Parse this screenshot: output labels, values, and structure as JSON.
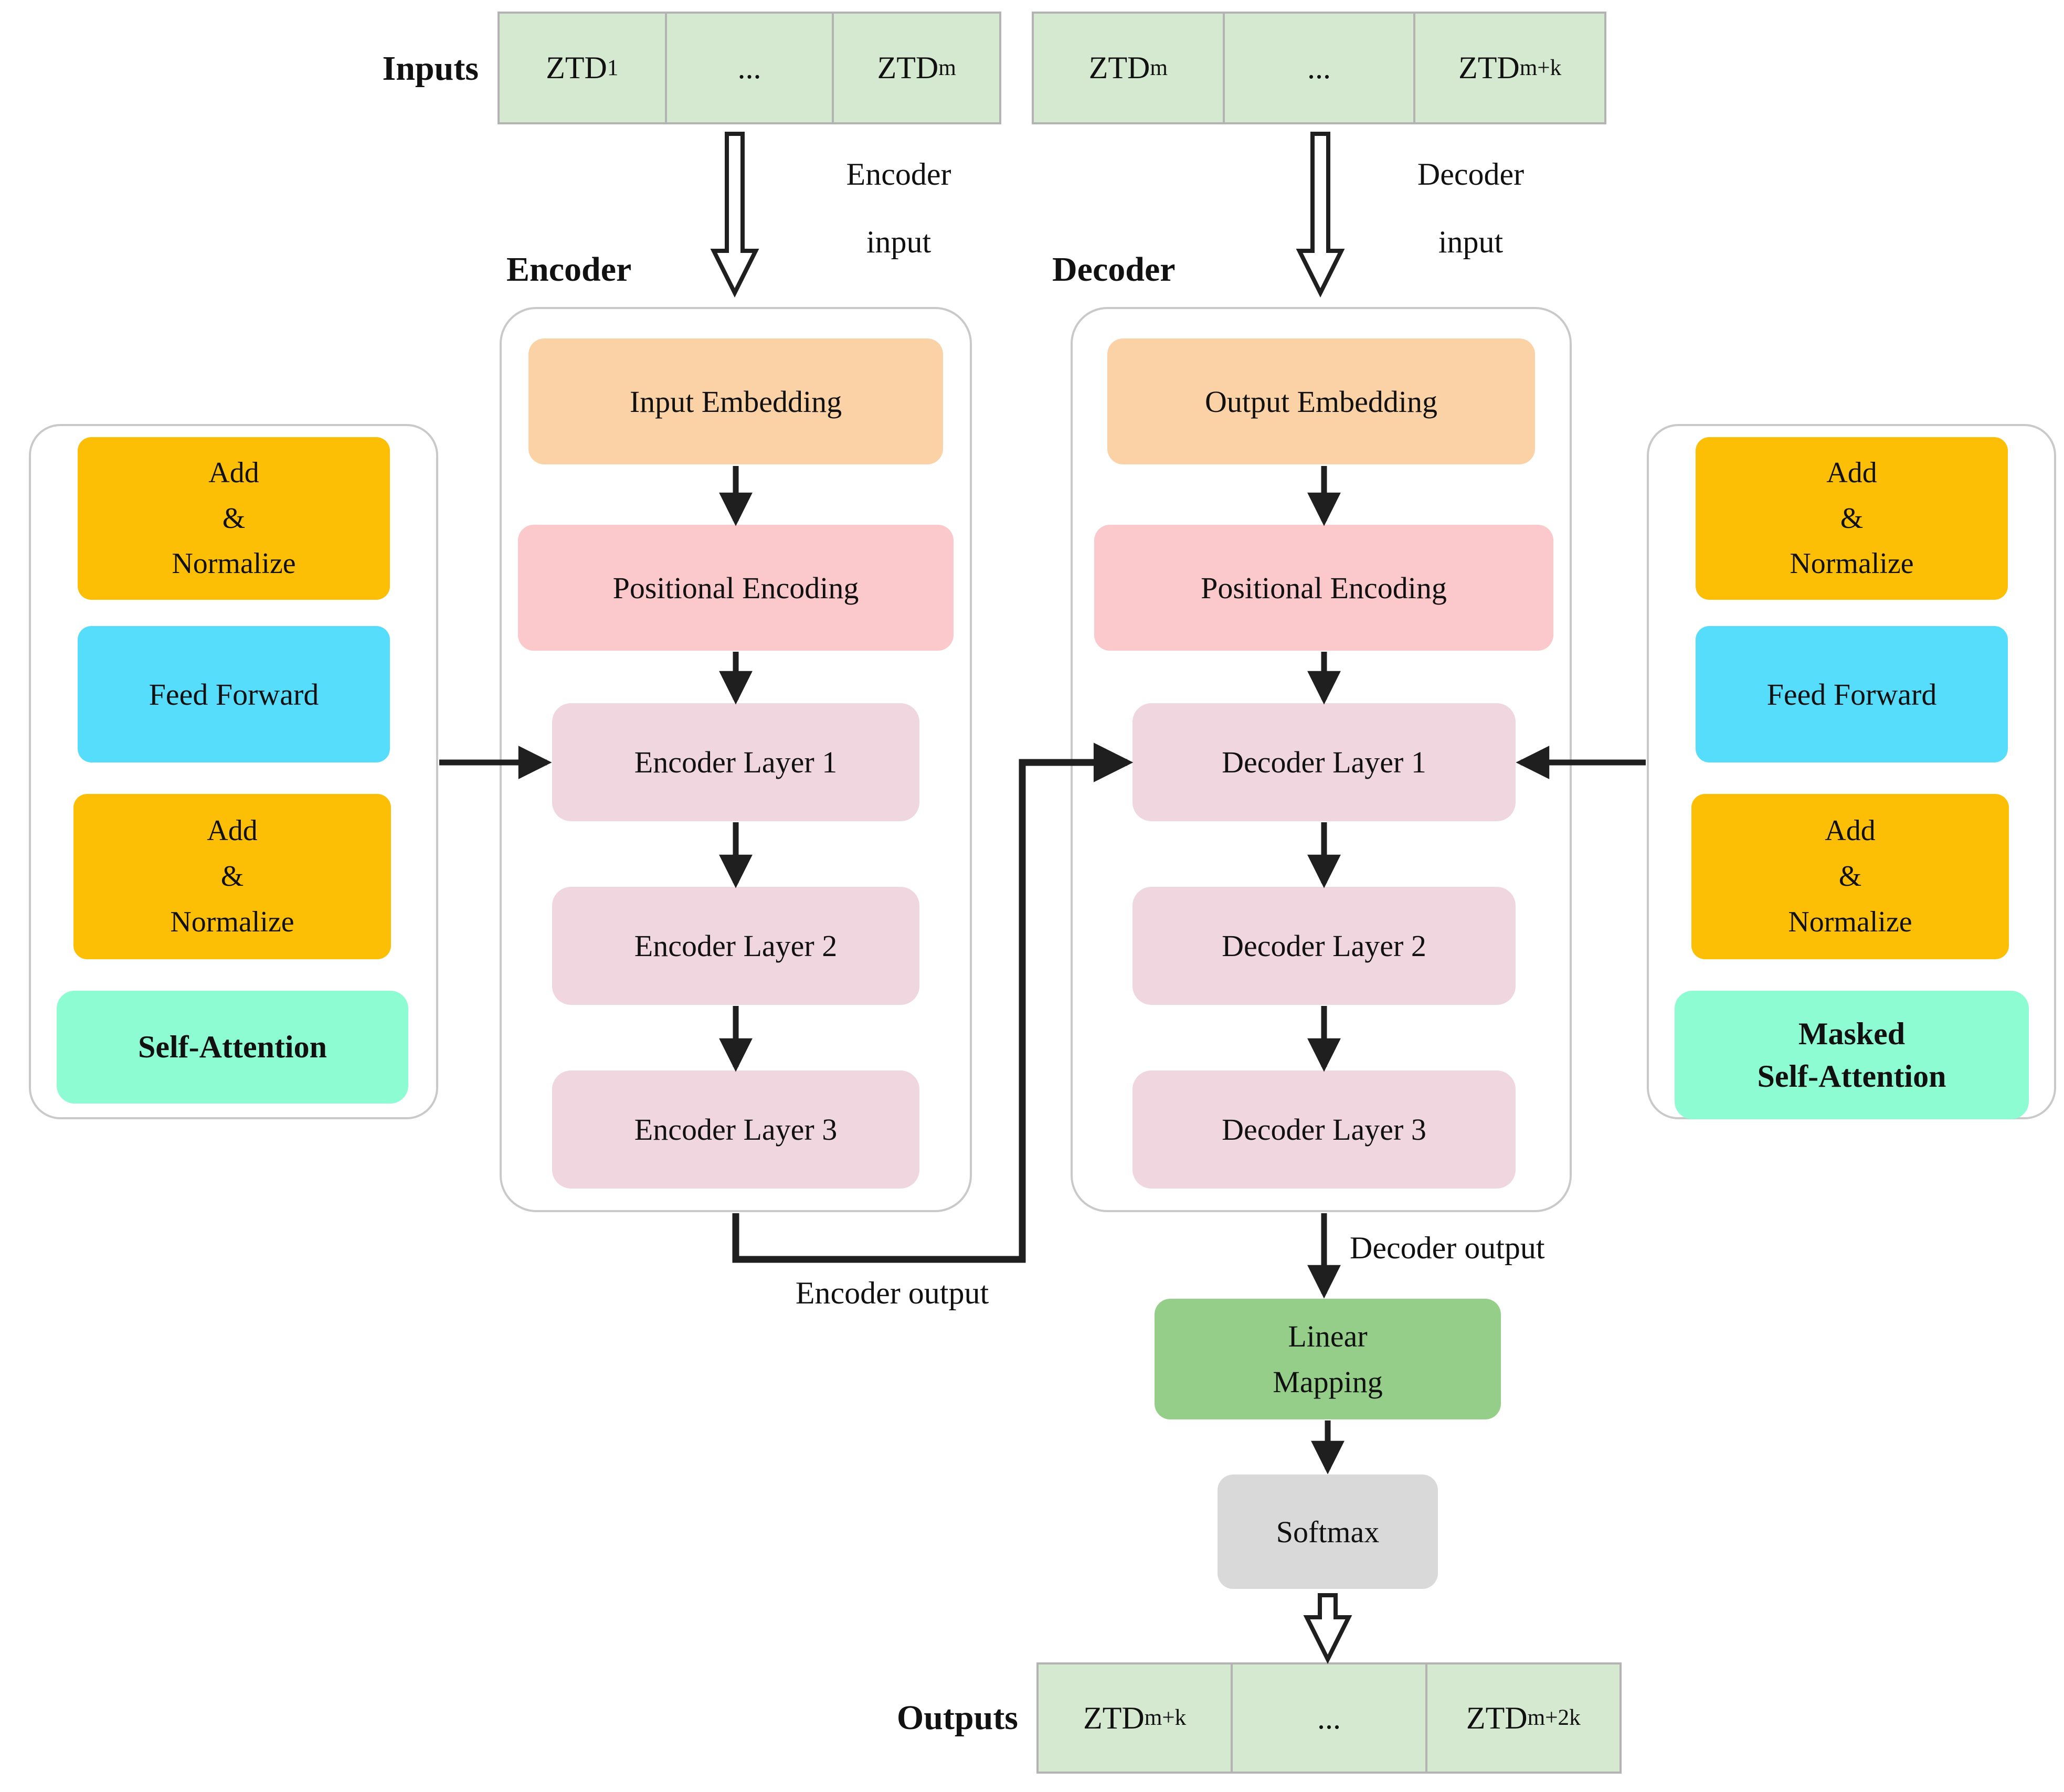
{
  "colors": {
    "cell_green": "#d5e8d0",
    "embedding_peach": "#fbd1a6",
    "positional_pink": "#fbc9cb",
    "layer_mauve": "#f0d6de",
    "addnorm_orange": "#fcbf05",
    "feedforward_cyan": "#56ddfc",
    "attention_mint": "#8efcd3",
    "linear_green": "#94ce88",
    "softmax_gray": "#d9d9d9",
    "arrow_black": "#1f1f1f",
    "container_border_gray": "#c9c9c9"
  },
  "inputs": {
    "label": "Inputs",
    "row1": [
      {
        "base": "ZTD",
        "sub": "1"
      },
      {
        "base": "...",
        "sub": ""
      },
      {
        "base": "ZTD",
        "sub": "m"
      }
    ],
    "row2": [
      {
        "base": "ZTD",
        "sub": "m"
      },
      {
        "base": "...",
        "sub": ""
      },
      {
        "base": "ZTD",
        "sub": "m+k"
      }
    ]
  },
  "flow_labels": {
    "encoder_input": "Encoder\ninput",
    "decoder_input": "Decoder\ninput",
    "encoder_output": "Encoder output",
    "decoder_output": "Decoder output"
  },
  "encoder": {
    "label": "Encoder",
    "stack": [
      "Input Embedding",
      "Positional Encoding",
      "Encoder Layer 1",
      "Encoder Layer 2",
      "Encoder Layer 3"
    ]
  },
  "decoder": {
    "label": "Decoder",
    "stack": [
      "Output Embedding",
      "Positional Encoding",
      "Decoder Layer 1",
      "Decoder Layer 2",
      "Decoder Layer 3"
    ]
  },
  "encoder_detail_panel": {
    "boxes": [
      {
        "label": "Add\n&\nNormalize"
      },
      {
        "label": "Feed Forward"
      },
      {
        "label": "Add\n&\nNormalize"
      },
      {
        "label": "Self-Attention"
      }
    ]
  },
  "decoder_detail_panel": {
    "boxes": [
      {
        "label": "Add\n&\nNormalize"
      },
      {
        "label": "Feed Forward"
      },
      {
        "label": "Add\n&\nNormalize"
      },
      {
        "label": "Masked\nSelf-Attention"
      }
    ]
  },
  "output_stage": {
    "linear_mapping": "Linear\nMapping",
    "softmax": "Softmax"
  },
  "outputs": {
    "label": "Outputs",
    "cells": [
      {
        "base": "ZTD",
        "sub": "m+k"
      },
      {
        "base": "...",
        "sub": ""
      },
      {
        "base": "ZTD",
        "sub": "m+2k"
      }
    ]
  }
}
